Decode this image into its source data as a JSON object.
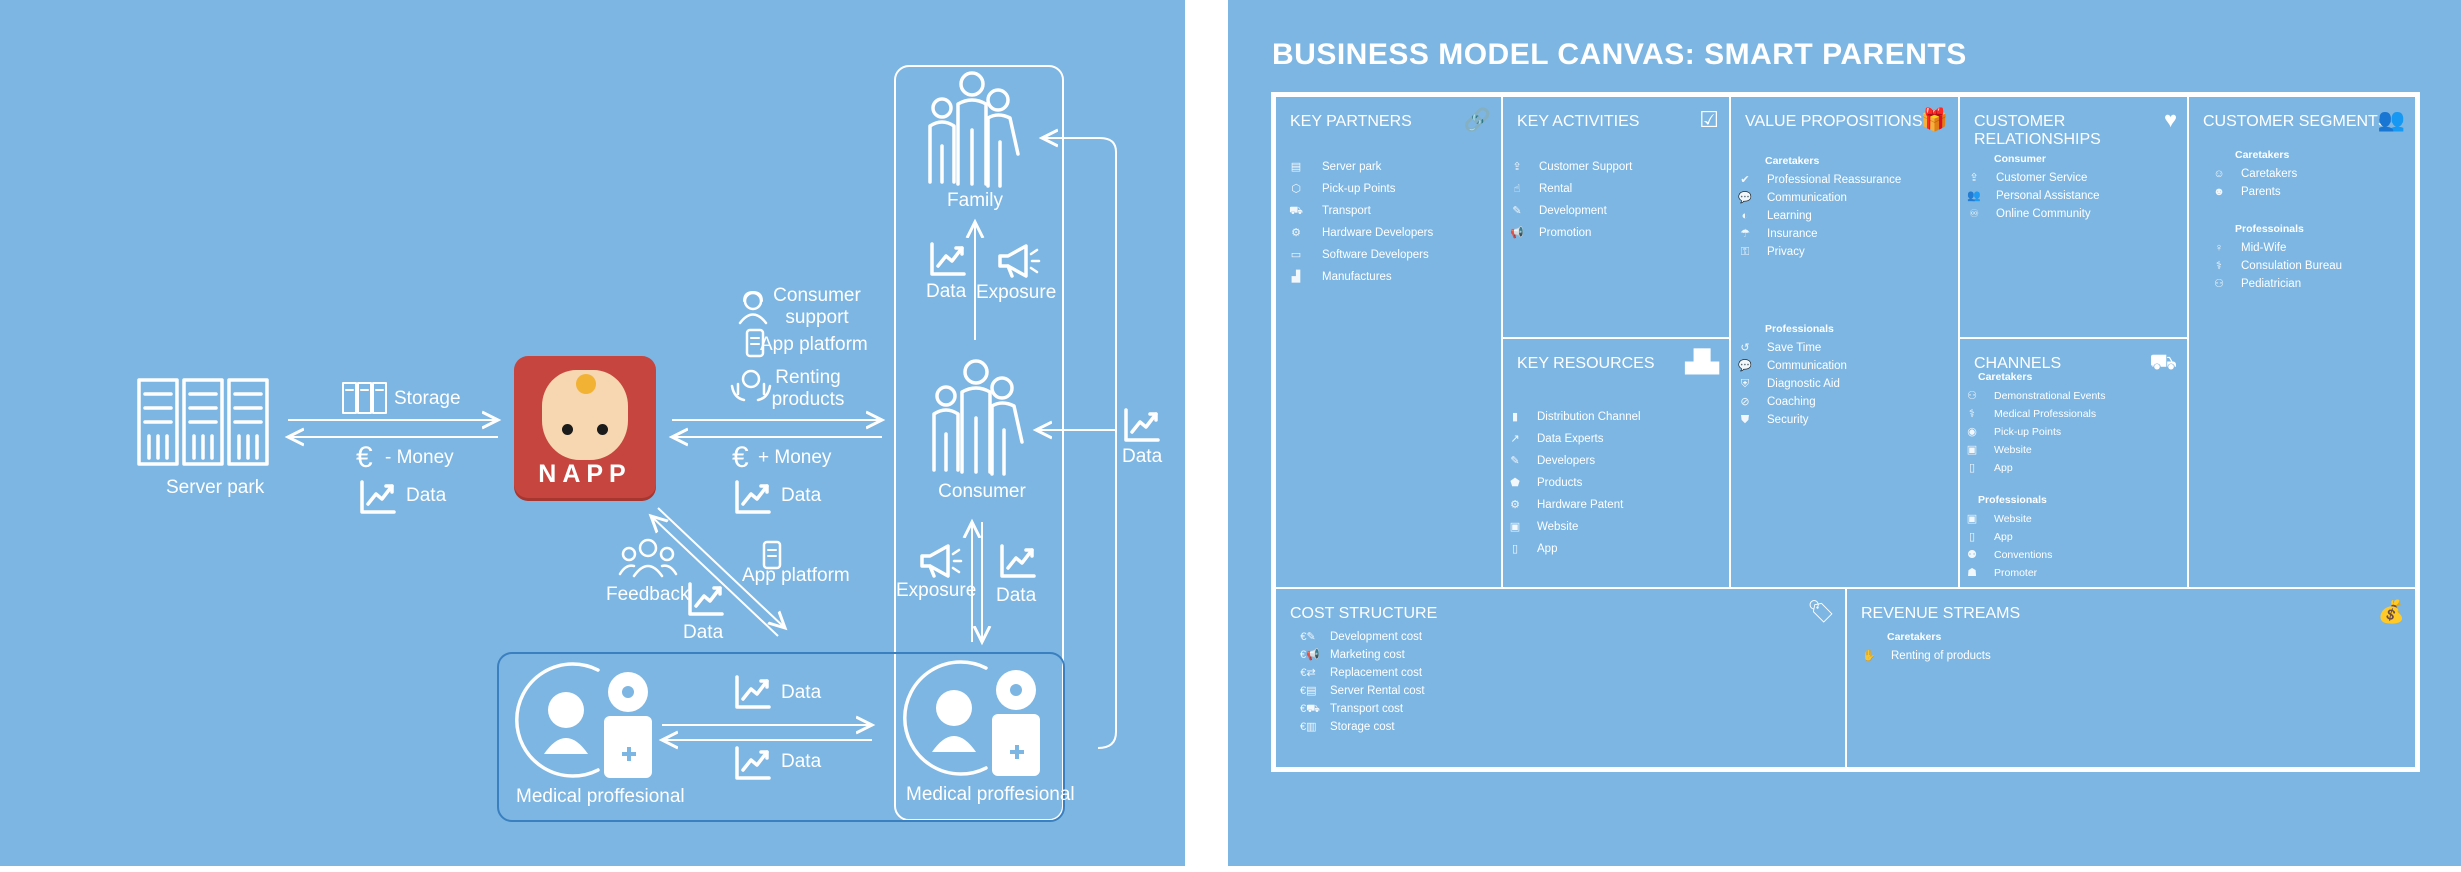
{
  "flow": {
    "server_park": "Server park",
    "storage": "Storage",
    "money_minus": "- Money",
    "data_server": "Data",
    "napp": "NAPP",
    "consumer_support": "Consumer support",
    "app_platform_1": "App platform",
    "renting_products": "Renting products",
    "money_plus": "+ Money",
    "data_napp_consumer": "Data",
    "family": "Family",
    "data_family": "Data",
    "exposure_family": "Exposure",
    "consumer": "Consumer",
    "data_right": "Data",
    "exposure_consumer": "Exposure",
    "data_consumer_med": "Data",
    "feedback": "Feedback",
    "data_feedback": "Data",
    "app_platform_2": "App platform",
    "data_med_1": "Data",
    "data_med_2": "Data",
    "medical_left": "Medical proffesional",
    "medical_right": "Medical proffesional"
  },
  "canvas": {
    "title": "BUSINESS MODEL CANVAS: SMART PARENTS",
    "key_partners": {
      "title": "KEY PARTNERS",
      "icon": "link-icon",
      "items": [
        "Server park",
        "Pick-up Points",
        "Transport",
        "Hardware Developers",
        "Software Developers",
        "Manufactures"
      ]
    },
    "key_activities": {
      "title": "KEY ACTIVITIES",
      "icon": "checkbox-icon",
      "items": [
        "Customer Support",
        "Rental",
        "Development",
        "Promotion"
      ]
    },
    "key_resources": {
      "title": "KEY RESOURCES",
      "icon": "factory-icon",
      "items": [
        "Distribution Channel",
        "Data Experts",
        "Developers",
        "Products",
        "Hardware Patent",
        "Website",
        "App"
      ]
    },
    "value_propositions": {
      "title": "VALUE PROPOSITIONS",
      "icon": "gift-icon",
      "group1": "Caretakers",
      "items1": [
        "Professional Reassurance",
        "Communication",
        "Learning",
        "Insurance",
        "Privacy"
      ],
      "group2": "Professionals",
      "items2": [
        "Save Time",
        "Communication",
        "Diagnostic Aid",
        "Coaching",
        "Security"
      ]
    },
    "customer_relationships": {
      "title": "CUSTOMER RELATIONSHIPS",
      "icon": "heart-icon",
      "group": "Consumer",
      "items": [
        "Customer Service",
        "Personal Assistance",
        "Online Community"
      ]
    },
    "channels": {
      "title": "CHANNELS",
      "icon": "truck-icon",
      "group1": "Caretakers",
      "items1": [
        "Demonstrational Events",
        "Medical Professionals",
        "Pick-up Points",
        "Website",
        "App"
      ],
      "group2": "Professionals",
      "items2": [
        "Website",
        "App",
        "Conventions",
        "Promoter"
      ]
    },
    "customer_segments": {
      "title": "CUSTOMER SEGMENTS",
      "icon": "users-icon",
      "group1": "Caretakers",
      "items1": [
        "Caretakers",
        "Parents"
      ],
      "group2": "Professoinals",
      "items2": [
        "Mid-Wife",
        "Consulation Bureau",
        "Pediatrician"
      ]
    },
    "cost_structure": {
      "title": "COST STRUCTURE",
      "icon": "tag-icon",
      "items": [
        "Development cost",
        "Marketing cost",
        "Replacement cost",
        "Server Rental cost",
        "Transport cost",
        "Storage cost"
      ]
    },
    "revenue_streams": {
      "title": "REVENUE STREAMS",
      "icon": "money-bag-icon",
      "group": "Caretakers",
      "items": [
        "Renting of products"
      ]
    }
  }
}
